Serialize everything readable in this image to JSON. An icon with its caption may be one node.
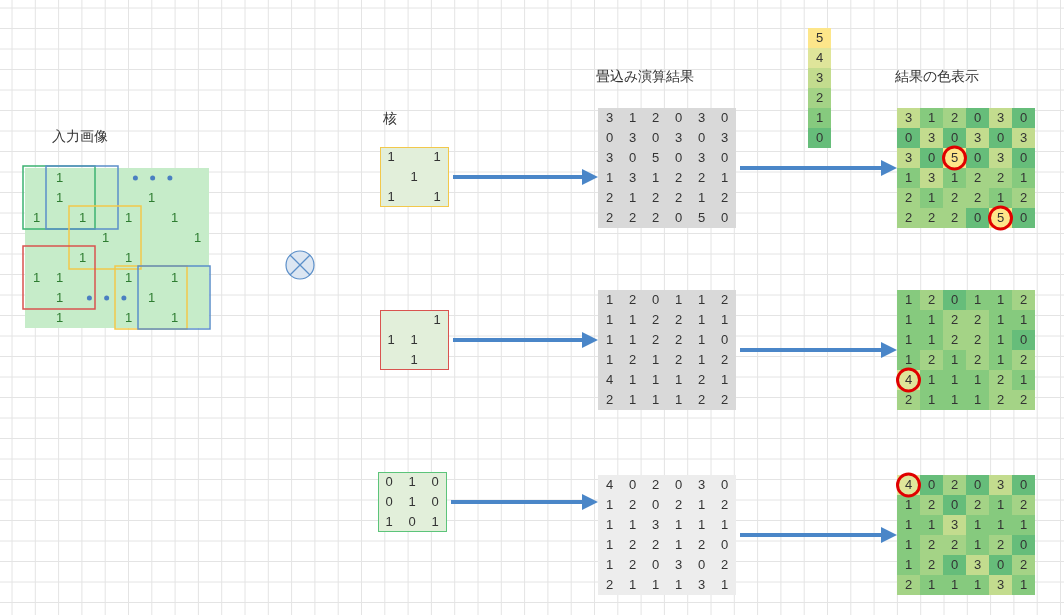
{
  "diagram": {
    "nodes": [
      {
        "text": [
          "1",
          "1",
          "1",
          "1",
          "1",
          "1",
          "1",
          "1",
          "1",
          "1",
          "1",
          "1",
          "1",
          "1",
          "1",
          "1",
          "1",
          "1",
          "1",
          "1"
        ]
      },
      {
        "text": [],
        "shape": "circle"
      },
      {
        "text": [
          "1",
          "1",
          "1",
          "1",
          "1"
        ]
      },
      {
        "text": [
          "3",
          "1",
          "2",
          "0",
          "3",
          "0",
          "0",
          "3",
          "0",
          "3",
          "0",
          "3",
          "3",
          "0",
          "5",
          "0",
          "3",
          "0",
          "1",
          "3",
          "1",
          "2",
          "2",
          "1",
          "2",
          "1",
          "2",
          "2",
          "1",
          "2",
          "2",
          "2",
          "2",
          "0",
          "5",
          "0"
        ]
      },
      {
        "text": [
          "3",
          "1",
          "2",
          "0",
          "3",
          "0",
          "0",
          "3",
          "0",
          "3",
          "0",
          "3",
          "3",
          "0",
          "5",
          "0",
          "3",
          "0",
          "1",
          "3",
          "1",
          "2",
          "2",
          "1",
          "2",
          "1",
          "2",
          "2",
          "1",
          "2",
          "2",
          "2",
          "2",
          "0",
          "5",
          "0"
        ]
      },
      {
        "text": [
          "1",
          "1",
          "1",
          "1"
        ]
      },
      {
        "text": [
          "1",
          "2",
          "0",
          "1",
          "1",
          "2",
          "1",
          "1",
          "2",
          "2",
          "1",
          "1",
          "1",
          "1",
          "2",
          "2",
          "1",
          "0",
          "1",
          "2",
          "1",
          "2",
          "1",
          "2",
          "4",
          "1",
          "1",
          "1",
          "2",
          "1",
          "2",
          "1",
          "1",
          "1",
          "2",
          "2"
        ]
      },
      {
        "text": [
          "1",
          "2",
          "0",
          "1",
          "1",
          "2",
          "1",
          "1",
          "2",
          "2",
          "1",
          "1",
          "1",
          "1",
          "2",
          "2",
          "1",
          "0",
          "1",
          "2",
          "1",
          "2",
          "1",
          "2",
          "4",
          "1",
          "1",
          "1",
          "2",
          "1",
          "2",
          "1",
          "1",
          "1",
          "2",
          "2"
        ]
      },
      {
        "text": [
          "0",
          "1",
          "0",
          "0",
          "1",
          "0",
          "1",
          "0",
          "1"
        ]
      },
      {
        "text": [
          "4",
          "0",
          "2",
          "0",
          "3",
          "0",
          "1",
          "2",
          "0",
          "2",
          "1",
          "2",
          "1",
          "1",
          "3",
          "1",
          "1",
          "1",
          "1",
          "2",
          "2",
          "1",
          "2",
          "0",
          "1",
          "2",
          "0",
          "3",
          "0",
          "2",
          "2",
          "1",
          "1",
          "1",
          "3",
          "1"
        ]
      },
      {
        "text": [
          "4",
          "0",
          "2",
          "0",
          "3",
          "0",
          "1",
          "2",
          "0",
          "2",
          "1",
          "2",
          "1",
          "1",
          "3",
          "1",
          "1",
          "1",
          "1",
          "2",
          "2",
          "1",
          "2",
          "0",
          "1",
          "2",
          "0",
          "3",
          "0",
          "2",
          "2",
          "1",
          "1",
          "1",
          "3",
          "1"
        ]
      }
    ],
    "edges": [
      {
        "from": 2,
        "to": 3,
        "arrow": "to"
      },
      {
        "from": 3,
        "to": 4,
        "arrow": "to"
      },
      {
        "from": 5,
        "to": 6,
        "arrow": "to"
      },
      {
        "from": 6,
        "to": 7,
        "arrow": "to"
      },
      {
        "from": 8,
        "to": 9,
        "arrow": "to"
      },
      {
        "from": 9,
        "to": 10,
        "arrow": "to"
      }
    ],
    "labels": [
      "入力画像",
      "核",
      "畳込み演算結果",
      "結果の色表示"
    ],
    "legend": [
      {
        "text": "5",
        "color": "#fde68a"
      },
      {
        "text": "4",
        "color": "#dfe59a"
      },
      {
        "text": "3",
        "color": "#c3dc8e"
      },
      {
        "text": "2",
        "color": "#a4d386"
      },
      {
        "text": "1",
        "color": "#86ca7e"
      },
      {
        "text": "0",
        "color": "#66bd7a"
      }
    ]
  }
}
